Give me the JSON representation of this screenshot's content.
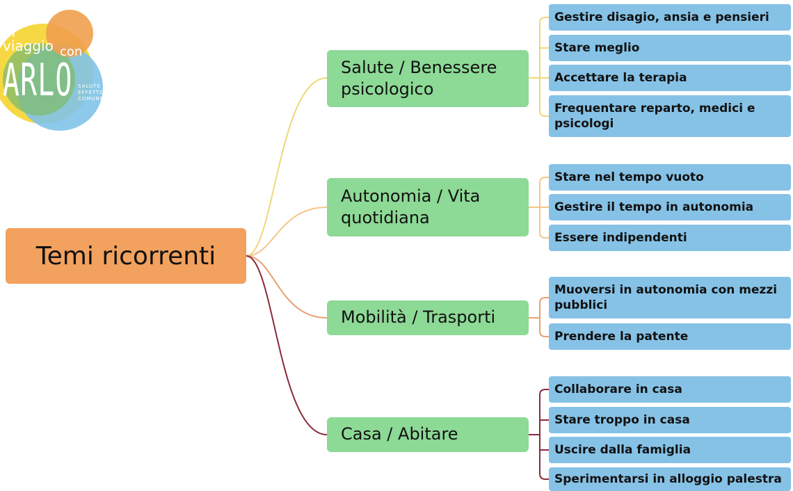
{
  "logo": {
    "line1": "in",
    "line2": "viaggio",
    "line3": "con",
    "name": "ARLO",
    "tag1": "SALUTE",
    "tag2": "EFFETTO",
    "tag3": "COMUNE"
  },
  "root": {
    "label": "Temi ricorrenti"
  },
  "categories": [
    {
      "label": "Salute / Benessere psicologico",
      "items": [
        "Gestire disagio, ansia e pensieri",
        "Stare meglio",
        "Accettare la terapia",
        "Frequentare reparto, medici e psicologi"
      ]
    },
    {
      "label": "Autonomia / Vita quotidiana",
      "items": [
        "Stare nel tempo vuoto",
        "Gestire il tempo in autonomia",
        "Essere indipendenti"
      ]
    },
    {
      "label": "Mobilità / Trasporti",
      "items": [
        "Muoversi in autonomia con mezzi pubblici",
        "Prendere la patente"
      ]
    },
    {
      "label": "Casa / Abitare",
      "items": [
        "Collaborare in casa",
        "Stare troppo in casa",
        "Uscire dalla famiglia",
        "Sperimentarsi in alloggio palestra"
      ]
    }
  ],
  "colors": {
    "root": "#f2a15e",
    "category": "#8dd996",
    "item": "#86c2e6",
    "branches": [
      "#f0d77a",
      "#f5c58a",
      "#e8a070",
      "#8a2a3a"
    ]
  }
}
